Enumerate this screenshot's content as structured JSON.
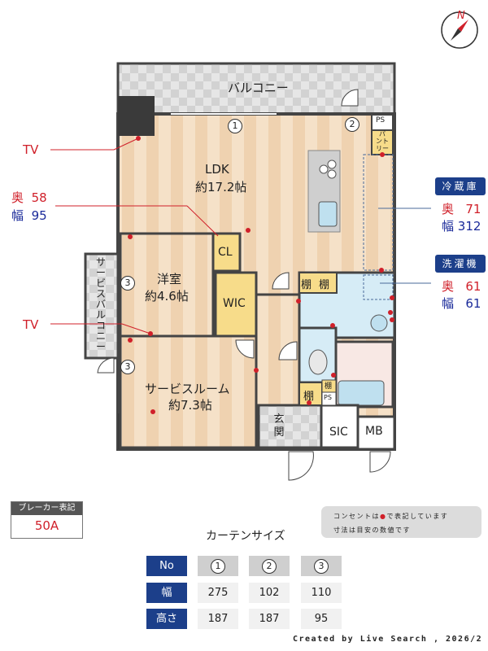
{
  "rooms": {
    "balcony": "バルコニー",
    "ldk": "LDK",
    "ldk_size": "約17.2帖",
    "western": "洋室",
    "western_size": "約4.6帖",
    "service_room": "サービスルーム",
    "service_room_size": "約7.3帖",
    "service_balcony": "サービスバルコニー",
    "cl": "CL",
    "wic": "WIC",
    "entrance": "玄関",
    "sic": "SIC",
    "mb": "MB",
    "ps1": "PS",
    "ps2": "PS",
    "pantry": "パントリー",
    "shelf1": "棚",
    "shelf2": "棚",
    "shelf3": "棚",
    "shelf4": "棚"
  },
  "curtain_markers": [
    "1",
    "2",
    "3",
    "3"
  ],
  "annotations": {
    "tv1": "TV",
    "tv2": "TV",
    "cl_depth_label": "奥",
    "cl_depth": "58",
    "cl_width_label": "幅",
    "cl_width": "95",
    "fridge": {
      "title": "冷蔵庫",
      "depth_label": "奥",
      "depth": "71",
      "width_label": "幅",
      "width": "312"
    },
    "washer": {
      "title": "洗濯機",
      "depth_label": "奥",
      "depth": "61",
      "width_label": "幅",
      "width": "61"
    }
  },
  "compass": "N",
  "breaker": {
    "title": "ブレーカー表記",
    "value": "50A"
  },
  "notes": [
    "コンセントは",
    "で表記しています",
    "寸法は目安の数値です"
  ],
  "curtain_table": {
    "title": "カーテンサイズ",
    "row_headers": [
      "No",
      "幅",
      "高さ"
    ],
    "numbers": [
      "1",
      "2",
      "3"
    ],
    "widths": [
      "275",
      "102",
      "110"
    ],
    "heights": [
      "187",
      "187",
      "95"
    ]
  },
  "credit": "Created by Live Search , 2026/2",
  "colors": {
    "accent": "#1c3f8a",
    "outlet": "#d0202a",
    "wall": "#444444",
    "floor": "#f3dcc0",
    "water": "#d6ecf6"
  }
}
